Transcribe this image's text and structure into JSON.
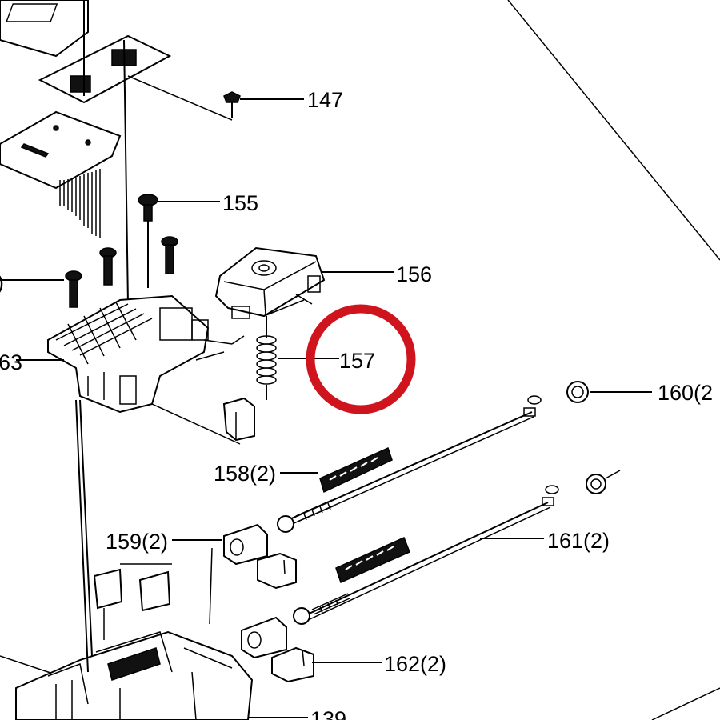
{
  "labels": {
    "p147": "147",
    "p155": "155",
    "p156": "156",
    "p157": "157",
    "p160": "160(2",
    "p158": "158(2)",
    "p159": "159(2)",
    "p161": "161(2)",
    "p162": "162(2)",
    "p163": "63",
    "p_left": ")",
    "p_bottom": "139"
  },
  "highlight": {
    "target": "157",
    "color": "#d0141e"
  }
}
